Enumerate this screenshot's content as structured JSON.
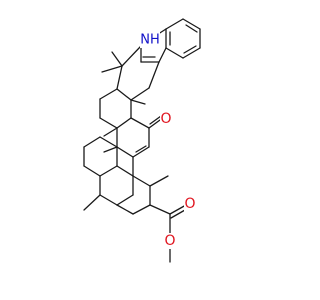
{
  "structure": {
    "atoms": {
      "nh": {
        "text": "NH",
        "color": "#1010c8"
      },
      "ketone_o": {
        "text": "O",
        "color": "#e0141e"
      },
      "ester_o_carbonyl": {
        "text": "O",
        "color": "#e0141e"
      },
      "ester_o_ether": {
        "text": "O",
        "color": "#e0141e"
      }
    },
    "bond_color": "#1a1a1a"
  }
}
